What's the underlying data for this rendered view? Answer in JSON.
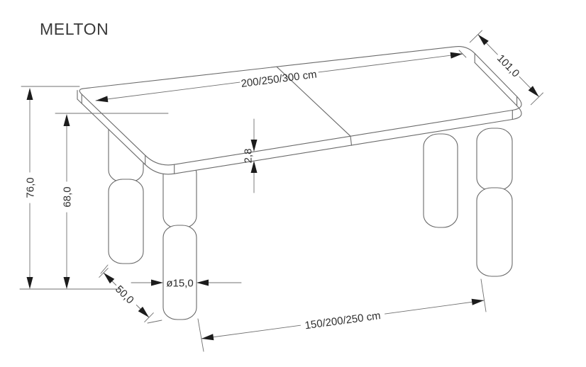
{
  "title": "MELTON",
  "drawing": {
    "type": "furniture technical dimension drawing",
    "object": "extendable rectangular table with turned legs"
  },
  "dimensions": {
    "tabletop_length": "200/250/300 cm",
    "tabletop_depth": "101,0",
    "total_height": "76,0",
    "leg_height": "68,0",
    "tabletop_thickness": "2,8",
    "leg_diameter": "ø15,0",
    "leg_offset_depth": "50,0",
    "leg_spacing_length": "150/200/250 cm"
  },
  "colors": {
    "background": "#ffffff",
    "outline": "#6a6a6a",
    "dimension_line": "#707070",
    "arrowhead": "#1c1c1c",
    "text": "#2e2e2e",
    "title_text": "#3a3a3a"
  }
}
